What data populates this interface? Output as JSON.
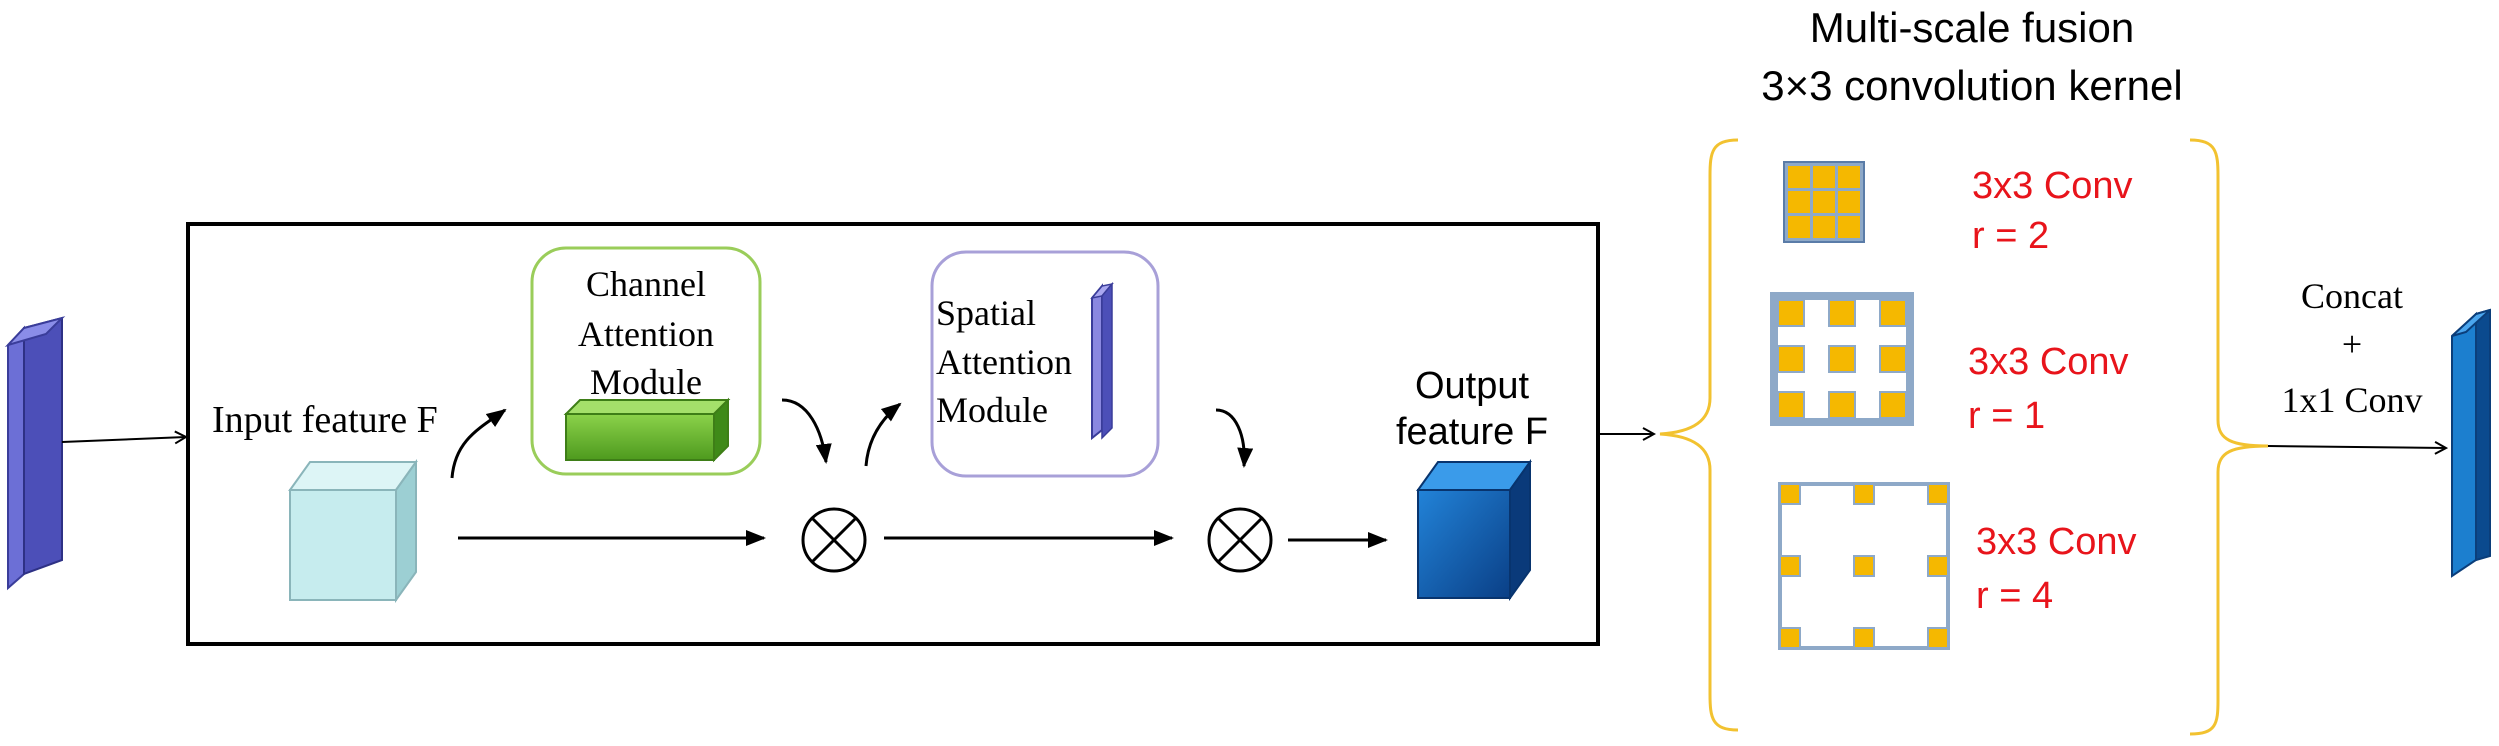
{
  "title": {
    "line1": "Multi-scale fusion",
    "line2": "3×3 convolution kernel"
  },
  "attention": {
    "input_label": "Input feature F",
    "channel_module": [
      "Channel",
      "Attention",
      "Module"
    ],
    "spatial_module": [
      "Spatial",
      "Attention",
      "Module"
    ],
    "output_label": [
      "Output",
      "feature F"
    ],
    "multiply_symbol": "multiply-circle-icon"
  },
  "convs": [
    {
      "name": "3x3 Conv",
      "rate": "r = 2"
    },
    {
      "name": "3x3 Conv",
      "rate": "r = 1"
    },
    {
      "name": "3x3 Conv",
      "rate": "r = 4"
    }
  ],
  "fusion": {
    "line1": "Concat",
    "line2": "+",
    "line3": "1x1 Conv"
  },
  "colors": {
    "kernel_cell": "#F5B800",
    "kernel_frame": "#8EA9C8",
    "brace": "#F2C230",
    "conv_text": "#E8141B",
    "channel_border": "#9ACD5A",
    "spatial_border": "#A8A0D8"
  }
}
